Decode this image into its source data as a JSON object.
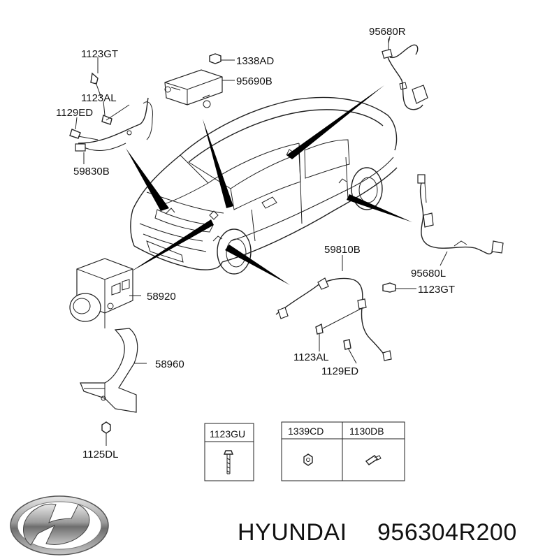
{
  "labels": {
    "1123GT_top": "1123GT",
    "1123AL_top": "1123AL",
    "1129ED_top": "1129ED",
    "59830B": "59830B",
    "1338AD": "1338AD",
    "95690B": "95690B",
    "95680R": "95680R",
    "95680L": "95680L",
    "59810B": "59810B",
    "1123GT_right": "1123GT",
    "1123AL_bottom": "1123AL",
    "1129ED_bottom": "1129ED",
    "58920": "58920",
    "58960": "58960",
    "1125DL": "1125DL"
  },
  "legend_table": {
    "single": "1123GU",
    "pair_left": "1339CD",
    "pair_right": "1130DB"
  },
  "brand": {
    "name": "HYUNDAI",
    "part_number": "956304R200",
    "logo_icon": "hyundai-logo-icon"
  }
}
